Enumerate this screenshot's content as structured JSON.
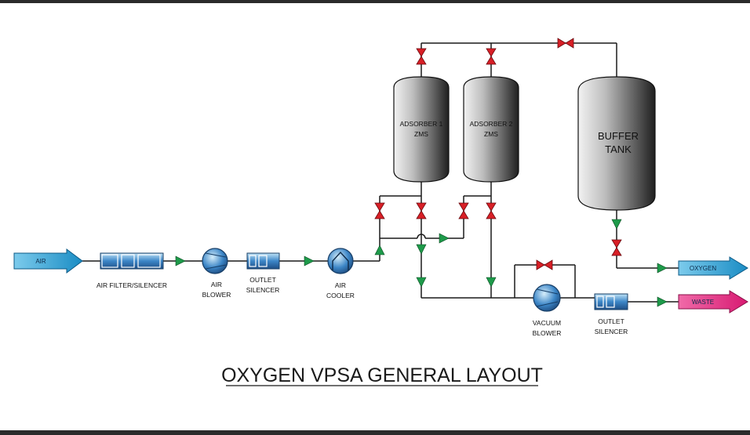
{
  "title": "OXYGEN VPSA GENERAL LAYOUT",
  "streams": {
    "air_in": "AIR",
    "oxygen_out": "OXYGEN",
    "waste_out": "WASTE"
  },
  "equipment": {
    "air_filter": "AIR FILTER/SILENCER",
    "air_blower": [
      "AIR",
      "BLOWER"
    ],
    "outlet_silencer_1": [
      "OUTLET",
      "SILENCER"
    ],
    "air_cooler": [
      "AIR",
      "COOLER"
    ],
    "adsorber_1": [
      "ADSORBER 1",
      "ZMS"
    ],
    "adsorber_2": [
      "ADSORBER 2",
      "ZMS"
    ],
    "buffer_tank": [
      "BUFFER",
      "TANK"
    ],
    "vacuum_blower": [
      "VACUUM",
      "BLOWER"
    ],
    "outlet_silencer_2": [
      "OUTLET",
      "SILENCER"
    ]
  },
  "colors": {
    "stream_blue": "#2aa3d8",
    "stream_pink": "#e0207a",
    "valve_red": "#d81f26",
    "flow_green": "#1e9a4a",
    "equipment_blue": "#3c86c7",
    "vessel_dark": "#2a2a2a"
  }
}
